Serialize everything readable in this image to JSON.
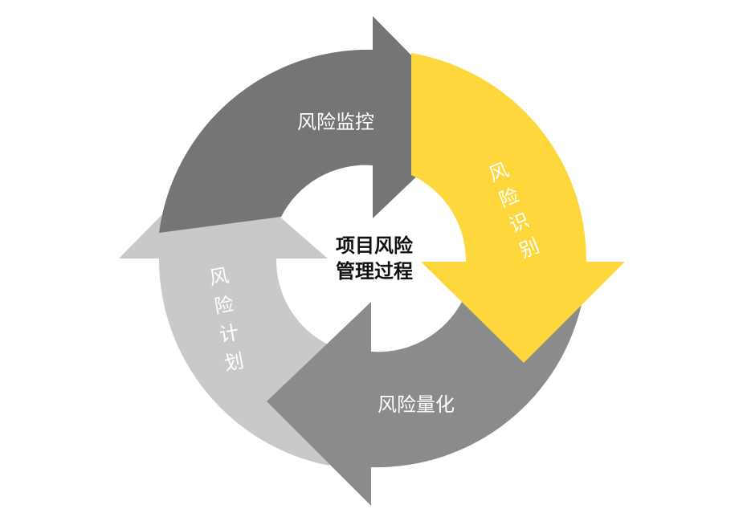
{
  "center": {
    "line1": "项目风险",
    "line2": "管理过程"
  },
  "steps": [
    {
      "id": "monitor",
      "label": "风险监控",
      "color": "#757575"
    },
    {
      "id": "identify",
      "label": "风险识别",
      "color": "#fdd73c"
    },
    {
      "id": "quantify",
      "label": "风险量化",
      "color": "#8b8b8b"
    },
    {
      "id": "plan",
      "label": "风险计划",
      "color": "#c9c9c9"
    }
  ]
}
